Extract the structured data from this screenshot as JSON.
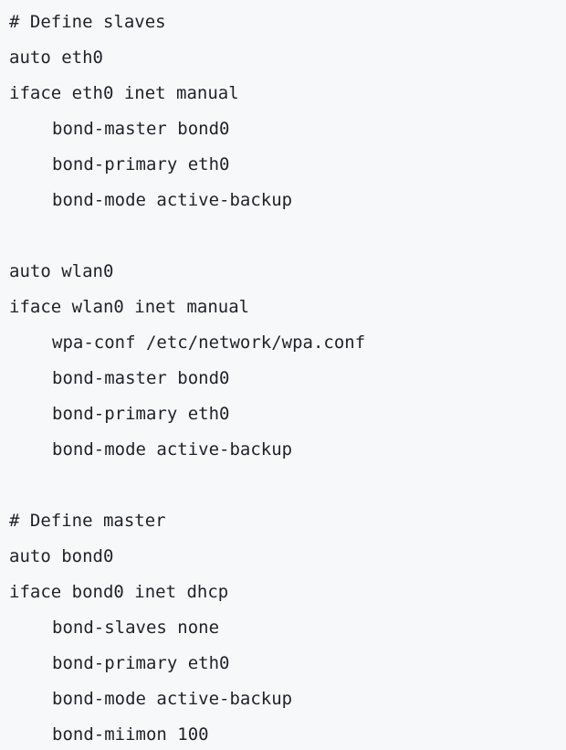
{
  "code": {
    "lines": [
      "# Define slaves",
      "auto eth0",
      "iface eth0 inet manual",
      "bond-master bond0",
      "bond-primary eth0",
      "bond-mode active-backup",
      "",
      "auto wlan0",
      "iface wlan0 inet manual",
      "wpa-conf /etc/network/wpa.conf",
      "bond-master bond0",
      "bond-primary eth0",
      "bond-mode active-backup",
      "",
      "# Define master",
      "auto bond0",
      "iface bond0 inet dhcp",
      "bond-slaves none",
      "bond-primary eth0",
      "bond-mode active-backup",
      "bond-miimon 100"
    ]
  }
}
